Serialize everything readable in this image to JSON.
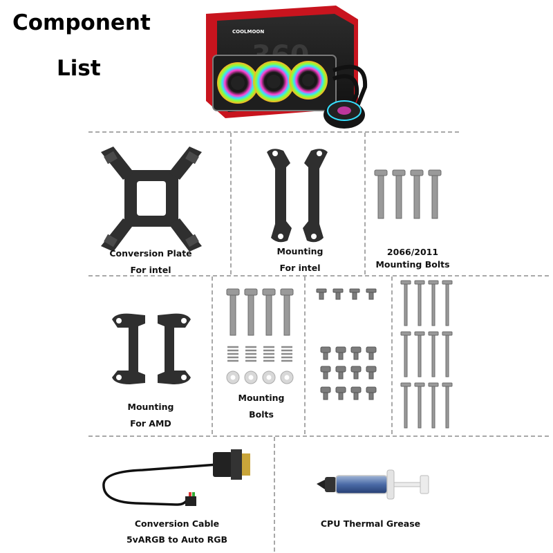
{
  "title": {
    "line1": "Component",
    "line2": "List"
  },
  "box": {
    "brand": "COOLMOON",
    "model": "360"
  },
  "components": {
    "conversion_plate": {
      "line1": "Conversion Plate",
      "line2": "For intel"
    },
    "mounting_intel": {
      "line1": "Mounting",
      "line2": "For intel"
    },
    "bolts_2066": {
      "line1": "2066/2011",
      "line2": "Mounting Bolts"
    },
    "mounting_amd": {
      "line1": "Mounting",
      "line2": "For AMD"
    },
    "mounting_bolts": {
      "line1": "Mounting",
      "line2": "Bolts"
    },
    "conversion_cable": {
      "line1": "Conversion Cable",
      "line2": "5vARGB to Auto RGB"
    },
    "thermal_grease": {
      "line1": "CPU Thermal Grease"
    }
  },
  "colors": {
    "divider": "#a8a8a8",
    "part_dark": "#2f2f2f",
    "box_red": "#c8141e",
    "screw_metal": "#9a9a9a"
  }
}
